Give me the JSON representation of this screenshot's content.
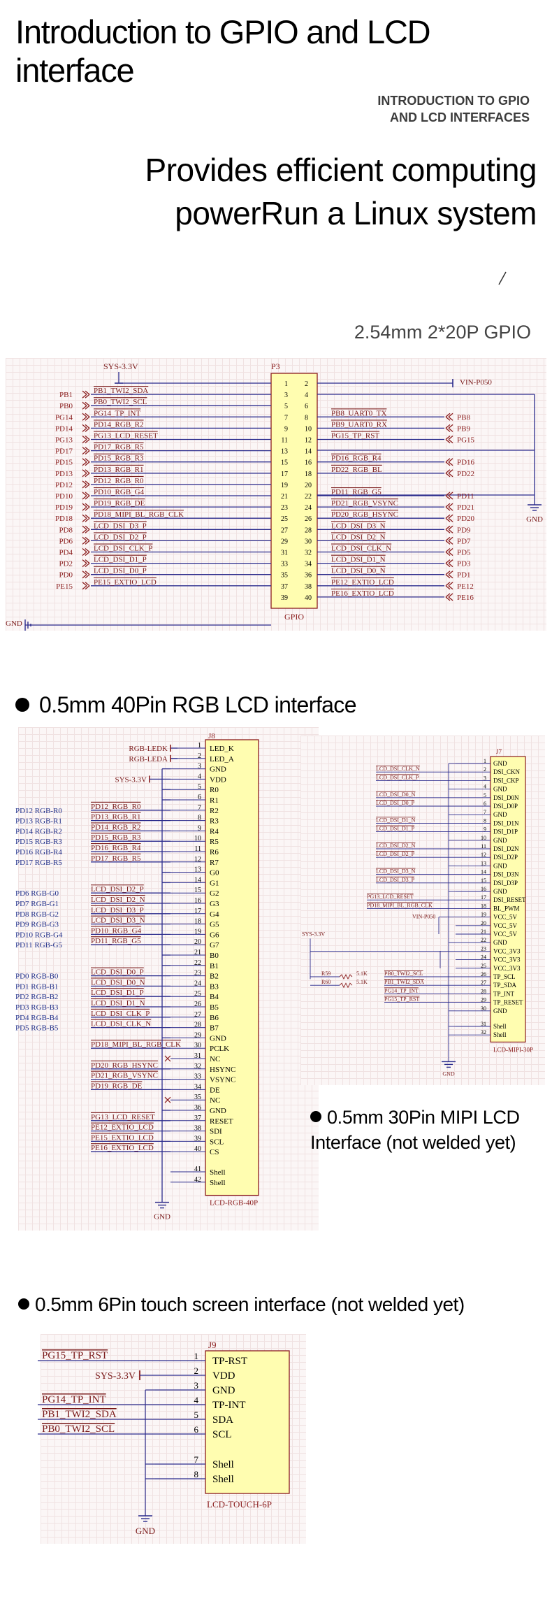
{
  "header": {
    "title": "Introduction to GPIO and LCD interface",
    "subtitle_line1": "INTRODUCTION TO GPIO",
    "subtitle_line2": "AND LCD INTERFACES",
    "hero_line1": "Provides efficient computing",
    "hero_line2": "powerRun a Linux system"
  },
  "gpio": {
    "caption": "2.54mm 2*20P GPIO",
    "ref": "P3",
    "name": "GPIO",
    "sys_label": "SYS-3.3V",
    "vin_label": "VIN-P050",
    "gnd_label": "GND",
    "left_gnd_label": "GND",
    "pin_rows": [
      [
        "1",
        "2"
      ],
      [
        "3",
        "4"
      ],
      [
        "5",
        "6"
      ],
      [
        "7",
        "8"
      ],
      [
        "9",
        "10"
      ],
      [
        "11",
        "12"
      ],
      [
        "13",
        "14"
      ],
      [
        "15",
        "16"
      ],
      [
        "17",
        "18"
      ],
      [
        "19",
        "20"
      ],
      [
        "21",
        "22"
      ],
      [
        "23",
        "24"
      ],
      [
        "25",
        "26"
      ],
      [
        "27",
        "28"
      ],
      [
        "29",
        "30"
      ],
      [
        "31",
        "32"
      ],
      [
        "33",
        "34"
      ],
      [
        "35",
        "36"
      ],
      [
        "37",
        "38"
      ],
      [
        "39",
        "40"
      ]
    ],
    "left_nets": [
      "",
      "PB1_TWI2_SDA",
      "PB0_TWI2_SCL",
      "PG14_TP_INT",
      "PD14_RGB_R2",
      "PG13_LCD_RESET",
      "PD17_RGB_R5",
      "PD15_RGB_R3",
      "PD13_RGB_R1",
      "PD12_RGB_R0",
      "PD10_RGB_G4",
      "PD19_RGB_DE",
      "PD18_MIPI_BL_RGB_CLK",
      "LCD_DSI_D3_P",
      "LCD_DSI_D2_P",
      "LCD_DSI_CLK_P",
      "LCD_DSI_D1_P",
      "LCD_DSI_D0_P",
      "PE15_EXTIO_LCD",
      ""
    ],
    "left_ports": [
      "",
      "PB1",
      "PB0",
      "PG14",
      "PD14",
      "PG13",
      "PD17",
      "PD15",
      "PD13",
      "PD12",
      "PD10",
      "PD19",
      "PD18",
      "PD8",
      "PD6",
      "PD4",
      "PD2",
      "PD0",
      "PE15",
      ""
    ],
    "right_nets": [
      "",
      "",
      "",
      "PB8_UART0_TX",
      "PB9_UART0_RX",
      "PG15_TP_RST",
      "",
      "PD16_RGB_R4",
      "PD22_RGB_BL",
      "",
      "PD11_RGB_G5",
      "PD21_RGB_VSYNC",
      "PD20_RGB_HSYNC",
      "LCD_DSI_D3_N",
      "LCD_DSI_D2_N",
      "LCD_DSI_CLK_N",
      "LCD_DSI_D1_N",
      "LCD_DSI_D0_N",
      "PE12_EXTIO_LCD",
      "PE16_EXTIO_LCD"
    ],
    "right_ports": [
      "",
      "",
      "",
      "PB8",
      "PB9",
      "PG15",
      "",
      "PD16",
      "PD22",
      "",
      "PD11",
      "PD21",
      "PD20",
      "PD9",
      "PD7",
      "PD5",
      "PD3",
      "PD1",
      "PE12",
      "PE16"
    ]
  },
  "rgb": {
    "caption": "0.5mm 40Pin RGB LCD interface",
    "ref": "J8",
    "name": "LCD-RGB-40P",
    "gnd_label": "GND",
    "pins": [
      "1",
      "2",
      "3",
      "4",
      "5",
      "6",
      "7",
      "8",
      "9",
      "10",
      "11",
      "12",
      "13",
      "14",
      "15",
      "16",
      "17",
      "18",
      "19",
      "20",
      "21",
      "22",
      "23",
      "24",
      "25",
      "26",
      "27",
      "28",
      "29",
      "30",
      "31",
      "32",
      "33",
      "34",
      "35",
      "36",
      "37",
      "38",
      "39",
      "40",
      "41",
      "42"
    ],
    "pin_names": [
      "LED_K",
      "LED_A",
      "GND",
      "VDD",
      "R0",
      "R1",
      "R2",
      "R3",
      "R4",
      "R5",
      "R6",
      "R7",
      "G0",
      "G1",
      "G2",
      "G3",
      "G4",
      "G5",
      "G6",
      "G7",
      "B0",
      "B1",
      "B2",
      "B3",
      "B4",
      "B5",
      "B6",
      "B7",
      "GND",
      "PCLK",
      "NC",
      "HSYNC",
      "VSYNC",
      "DE",
      "NC",
      "GND",
      "RESET",
      "SDI",
      "SCL",
      "CS",
      "Shell",
      "Shell"
    ],
    "nets": [
      "RGB-LEDK",
      "RGB-LEDA",
      "",
      "SYS-3.3V",
      "",
      "",
      "PD12_RGB_R0",
      "PD13_RGB_R1",
      "PD14_RGB_R2",
      "PD15_RGB_R3",
      "PD16_RGB_R4",
      "PD17_RGB_R5",
      "",
      "",
      "LCD_DSI_D2_P",
      "LCD_DSI_D2_N",
      "LCD_DSI_D3_P",
      "LCD_DSI_D3_N",
      "PD10_RGB_G4",
      "PD11_RGB_G5",
      "",
      "",
      "LCD_DSI_D0_P",
      "LCD_DSI_D0_N",
      "LCD_DSI_D1_P",
      "LCD_DSI_D1_N",
      "LCD_DSI_CLK_P",
      "LCD_DSI_CLK_N",
      "",
      "PD18_MIPI_BL_RGB_CLK",
      "",
      "PD20_RGB_HSYNC",
      "PD21_RGB_VSYNC",
      "PD19_RGB_DE",
      "",
      "",
      "PG13_LCD_RESET",
      "PE12_EXTIO_LCD",
      "PE15_EXTIO_LCD",
      "PE16_EXTIO_LCD",
      "",
      ""
    ],
    "aliases": [
      "",
      "",
      "",
      "",
      "",
      "",
      "PD12 RGB-R0",
      "PD13 RGB-R1",
      "PD14 RGB-R2",
      "PD15 RGB-R3",
      "PD16 RGB-R4",
      "PD17 RGB-R5",
      "",
      "",
      "PD6 RGB-G0",
      "PD7 RGB-G1",
      "PD8 RGB-G2",
      "PD9 RGB-G3",
      "PD10 RGB-G4",
      "PD11 RGB-G5",
      "",
      "",
      "PD0 RGB-B0",
      "PD1 RGB-B1",
      "PD2 RGB-B2",
      "PD3 RGB-B3",
      "PD4 RGB-B4",
      "PD5 RGB-B5",
      "",
      "",
      "",
      "",
      "",
      "",
      "",
      "",
      "",
      "",
      "",
      "",
      "",
      ""
    ]
  },
  "mipi": {
    "caption_line1": "0.5mm 30Pin MIPI LCD",
    "caption_line2": "Interface (not welded yet)",
    "ref": "J7",
    "name": "LCD-MIPI-30P",
    "sys_label": "SYS-3.3V",
    "vin_label": "VIN-P050",
    "gnd_label": "GND",
    "r59": "R59",
    "r60": "R60",
    "r_val": "5.1K",
    "pins": [
      "1",
      "2",
      "3",
      "4",
      "5",
      "6",
      "7",
      "8",
      "9",
      "10",
      "11",
      "12",
      "13",
      "14",
      "15",
      "16",
      "17",
      "18",
      "19",
      "20",
      "21",
      "22",
      "23",
      "24",
      "25",
      "26",
      "27",
      "28",
      "29",
      "30",
      "31",
      "32"
    ],
    "pin_names": [
      "GND",
      "DSI_CKN",
      "DSI_CKP",
      "GND",
      "DSI_D0N",
      "DSI_D0P",
      "GND",
      "DSI_D1N",
      "DSI_D1P",
      "GND",
      "DSI_D2N",
      "DSI_D2P",
      "GND",
      "DSI_D3N",
      "DSI_D3P",
      "GND",
      "DSI_RESET",
      "BL_PWM",
      "VCC_5V",
      "VCC_5V",
      "VCC_5V",
      "GND",
      "VCC_3V3",
      "VCC_3V3",
      "VCC_3V3",
      "TP_SCL",
      "TP_SDA",
      "TP_INT",
      "TP_RESET",
      "GND",
      "Shell",
      "Shell"
    ],
    "nets": [
      "",
      "LCD_DSI_CLK_N",
      "LCD_DSI_CLK_P",
      "",
      "LCD_DSI_D0_N",
      "LCD_DSI_D0_P",
      "",
      "LCD_DSI_D1_N",
      "LCD_DSI_D1_P",
      "",
      "LCD_DSI_D2_N",
      "LCD_DSI_D2_P",
      "",
      "LCD_DSI_D3_N",
      "LCD_DSI_D3_P",
      "",
      "PG13_LCD_RESET",
      "PD18_MIPI_BL_RGB_CLK",
      "",
      "",
      "",
      "",
      "",
      "",
      "",
      "PB0_TWI2_SCL",
      "PB1_TWI2_SDA",
      "PG14_TP_INT",
      "PG15_TP_RST",
      "",
      "",
      ""
    ]
  },
  "touch": {
    "caption": "0.5mm 6Pin touch screen interface (not welded yet)",
    "ref": "J9",
    "name": "LCD-TOUCH-6P",
    "gnd_label": "GND",
    "pins": [
      "1",
      "2",
      "3",
      "4",
      "5",
      "6",
      "7",
      "8"
    ],
    "pin_names": [
      "TP-RST",
      "VDD",
      "GND",
      "TP-INT",
      "SDA",
      "SCL",
      "Shell",
      "Shell"
    ],
    "nets": [
      "PG15_TP_RST",
      "SYS-3.3V",
      "",
      "PG14_TP_INT",
      "PB1_TWI2_SDA",
      "PB0_TWI2_SCL",
      "",
      ""
    ]
  },
  "colors": {
    "wire": "#2b2b8c",
    "net_text": "#7a1a1a",
    "port": "#8a1c1c",
    "body_fill": "#fffdb0",
    "body_stroke": "#8a1c1c",
    "alias_text": "#1f2f8a"
  }
}
